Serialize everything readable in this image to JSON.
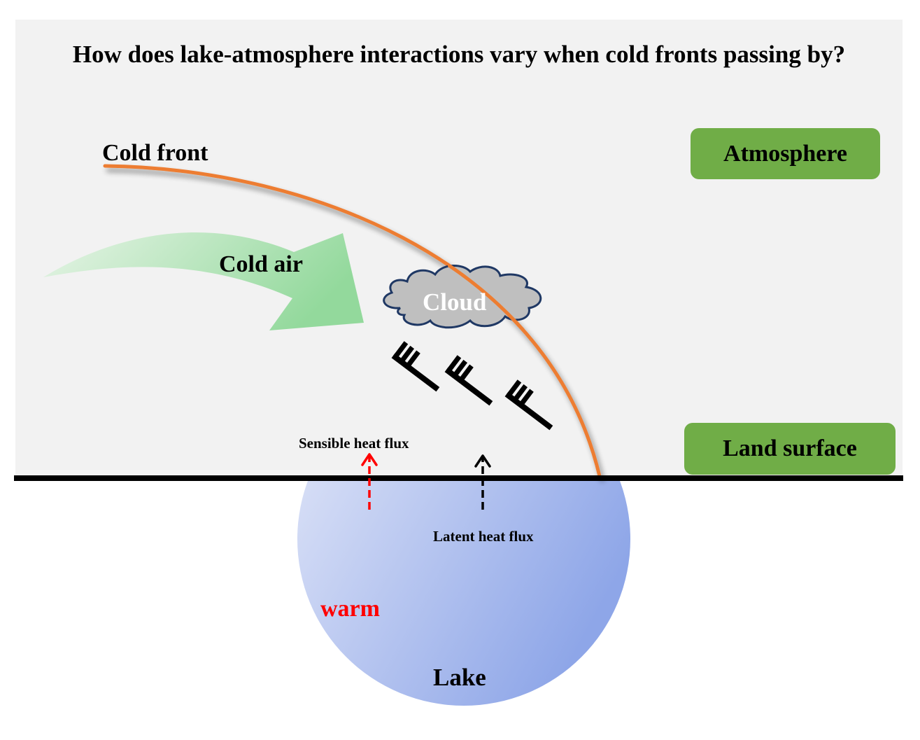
{
  "title": "How does lake-atmosphere interactions vary when cold fronts passing by?",
  "layers": {
    "atmosphere": "Atmosphere",
    "land_surface": "Land surface"
  },
  "labels": {
    "cold_front": "Cold front",
    "cold_air": "Cold air",
    "cloud": "Cloud",
    "sensible_heat_flux": "Sensible heat flux",
    "latent_heat_flux": "Latent heat flux",
    "warm": "warm",
    "lake": "Lake"
  },
  "colors": {
    "background_panel": "#f2f2f2",
    "layer_box": "#70ad47",
    "cold_front_line": "#ed7d31",
    "cold_air_arrow": "#92d69a",
    "cloud_fill": "#bfbfbf",
    "cloud_outline": "#1f3864",
    "lake_light": "#dde3f6",
    "lake_dark": "#93aae8",
    "sensible_arrow": "#ff0000",
    "latent_arrow": "#000000",
    "warm_text": "#ff0000"
  },
  "wind_barbs": {
    "count": 3
  }
}
